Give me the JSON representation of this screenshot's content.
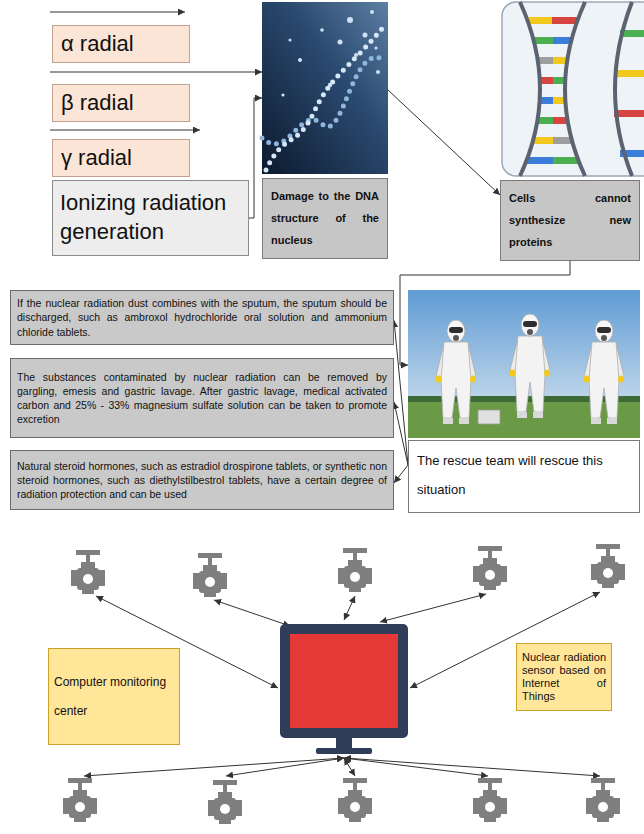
{
  "diagram": {
    "nodes": [
      {
        "text": [
          "α radial"
        ]
      },
      {
        "text": [
          "β radial"
        ]
      },
      {
        "text": [
          "γ radial"
        ]
      },
      {
        "text": [
          "Ionizing radiation generation"
        ]
      },
      {
        "text": [
          "Damage to the DNA structure of the nucleus"
        ]
      },
      {
        "text": [
          "Cells cannot synthesize new proteins"
        ]
      },
      {
        "text": [
          "If the nuclear radiation dust combines with the sputum, the sputum should be discharged, such as ambroxol hydrochloride oral solution and ammonium chloride tablets."
        ]
      },
      {
        "text": [
          "The substances contaminated by nuclear radiation can be removed by gargling, emesis and gastric lavage. After gastric lavage, medical activated carbon and 25% - 33% magnesium sulfate solution can be taken to promote excretion"
        ]
      },
      {
        "text": [
          "Natural steroid hormones, such as estradiol drospirone tablets, or synthetic non steroid hormones, such as diethylstilbestrol tablets, have a certain degree of radiation protection and can be used"
        ]
      },
      {
        "text": [
          "The rescue team will rescue this situation"
        ]
      },
      {
        "text": [
          "Computer monitoring center"
        ]
      },
      {
        "text": [
          "Nuclear radiation sensor based on Internet of Things"
        ]
      }
    ],
    "edges": [
      {
        "from": 3,
        "to": 4,
        "arrow": "to"
      },
      {
        "from": 4,
        "to": 5,
        "arrow": "to"
      },
      {
        "from": 5,
        "to": 9,
        "arrow": "to"
      },
      {
        "from": 9,
        "to": 6,
        "arrow": "to"
      },
      {
        "from": 9,
        "to": 7,
        "arrow": "to"
      },
      {
        "from": 9,
        "to": 8,
        "arrow": "to"
      }
    ]
  }
}
